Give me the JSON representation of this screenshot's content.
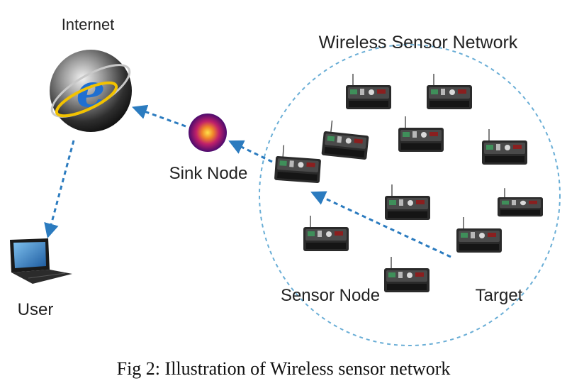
{
  "labels": {
    "internet": "Internet",
    "wsn": "Wireless Sensor Network",
    "sink": "Sink Node",
    "user": "User",
    "sensor": "Sensor Node",
    "target": "Target"
  },
  "caption": "Fig 2: Illustration of Wireless sensor network",
  "icons": {
    "internet": "globe-browser-icon",
    "sink": "sink-node-glow-icon",
    "user": "laptop-icon",
    "sensor": "sensor-board-icon"
  },
  "colors": {
    "arrow": "#2b7bbf",
    "network_boundary": "#6aaed6",
    "text": "#222222",
    "sink_core": "#f5c518",
    "sink_outer": "#6a0d83"
  }
}
